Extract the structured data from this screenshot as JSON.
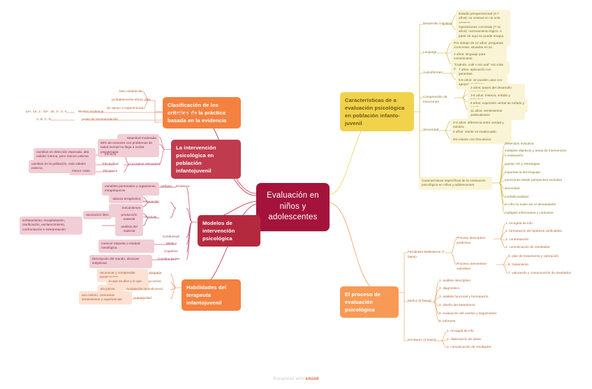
{
  "root": {
    "label": "Evaluación en niños y adolescentes"
  },
  "footer": {
    "prefix": "Presented with ",
    "brand": "xmind"
  },
  "colors": {
    "root": "#a4133c",
    "red": "#b5293f",
    "red_soft": "#c13b4e",
    "orange": "#f4813f",
    "orange_light": "#f79a55",
    "yellow": "#f2d24b",
    "pink_chip": "#f6dde3",
    "peach_chip": "#fde2d3",
    "yellow_chip": "#faf4d6"
  },
  "branches": {
    "clasificacion": {
      "label": "Clasificación de los criterios de la práctica basada en la evidencia",
      "apa": {
        "label": "APA",
        "items": [
          "bien establecido",
          "probablemente eficaz",
          "sin apoyo o experimental"
        ]
      },
      "gpc": {
        "label": "GPC del SNS",
        "items": [
          {
            "label": "Niveles evidencia",
            "value": "1a+, 1a, 1-, 2a+, 2a, 2-, 3, 4"
          },
          {
            "label": "grado de recomendación",
            "value": "A, B, C, D"
          }
        ]
      }
    },
    "intervencion": {
      "label": "La intervención psicológica en población infantojuvenil",
      "items": [
        "Magnitud moderada",
        "80% de menores con problemas de salud mental no llega a recibir psicoterapia"
      ],
      "conceptos": {
        "label": "Conceptos relevantes",
        "items": [
          {
            "label": "Eficacia",
            "value": "cambios en dirección esperada, alta validez interna, pero menos externa"
          },
          {
            "label": "Efectividad",
            "value": "cambios en la población, más validez externa"
          },
          {
            "label": "Eficiencia",
            "value": "menor coste"
          }
        ]
      }
    },
    "modelos": {
      "label": "Modelos de intervención psicológica",
      "dinamico": {
        "label": "Dinámico",
        "atributo": {
          "label": "Atributo",
          "value": "variables personales u organismos intrapsíquicos"
        },
        "focos": {
          "label": "2 focos intervención",
          "items": [
            "alianza terapéutica",
            "mecanismos defensa"
          ]
        },
        "tecnicas": {
          "label": "2 grupos de técnicas",
          "items": [
            {
              "label": "producción material",
              "value": "asociación libre"
            },
            {
              "label": "análisis del material",
              "value": "señalamiento, recapitulación, clarificación, esclarecimiento, confrontación e interpretación"
            }
          ]
        }
      },
      "otros": [
        {
          "label": "Conductual",
          "value": ""
        },
        {
          "label": "Médico",
          "value": "conocer etiqueta o entidad nosológica"
        },
        {
          "label": "Cognitivo",
          "value": ""
        },
        {
          "label": "Constructivista",
          "value": "descripción del mundo, técnicas subjetivas"
        }
      ]
    },
    "habilidades": {
      "label": "Habilidades del terapeuta infantojuvenil",
      "items": [
        {
          "label": "Empatía",
          "value": "reconocer y comprender sentimientos"
        },
        {
          "label": "Escucha activa",
          "value": "lo que se dice y lo que no"
        },
        {
          "label": "Aceptación incondicional",
          "value": "sin juicios"
        },
        {
          "label": "Autenticidad",
          "value": "uno mismo, comunicar sentimientos y experiencias"
        }
      ]
    },
    "caracteristicas": {
      "label": "Características de a evaluación psicológica en población infanto-juvenil",
      "desarrollo_cognitivo": {
        "label": "Desarrollo cognitivo",
        "items": [
          "Estadio preoperacional (2-7 años): se centran en un solo aspecto",
          "Operaciones concretas (7-11 años): razonamiento lógico. A partir de aquí se puede terapia cognitiva."
        ]
      },
      "lenguaje": {
        "label": "Lenguaje",
        "items": [
          "Por debajo de 12 años: preguntas croncretas, situadas en su contexto",
          "4 años: lenguaje para comunicarse",
          "\"Cuándo, cuál y por qué\" son más complejos"
        ]
      },
      "autoinformes": {
        "label": "Autoinformes",
        "items": [
          "7 años: aplicación con garantías",
          "5-6 años: se pueden usar con apoyos pictóricos"
        ]
      },
      "emociones": {
        "label": "Comprensión de emociones",
        "items": [
          "2 años: bases del desarrollo emocional",
          "3-5 años: tristeza, enfado y felicidad",
          "8 años: expresión verbal de enfado y miedo",
          "11 años: sentimientos ambivalentes"
        ]
      },
      "sinceridad": {
        "label": "Sinceridad",
        "items": [
          "3-4 años: diferencia entre verdad y mentira",
          "5 años: mentir es inadecuado",
          "5% miente con frecuencia"
        ]
      },
      "especificas": {
        "label": "Características específicas de la evaluación psicológica en niños y adolescentes.",
        "items": [
          "dimensión evolutiva",
          "múltiples objetivos y áreas de intervención o evaluación",
          "ajustar HH y estrategias",
          "importancia del lenguaje",
          "emociones desde perspectiva evolutiva",
          "sinceridad",
          "confidencialidad",
          "el niño no suele ser el demandante",
          "múltiples informantes y contextos"
        ]
      }
    },
    "proceso": {
      "label": "El proceso de evaluación psicológica",
      "fernandez": {
        "label": "Fernández-Ballesteros (7 fases)",
        "descriptivo": {
          "label": "Proceso descriptivo-predictivo",
          "items": [
            "1. recogida de info",
            "2. formulación de hipótesis verificables",
            "3. contrastación",
            "4. comunicación de resultados"
          ]
        },
        "interventivo": {
          "label": "Proceso interventivo-valorativo",
          "items": [
            "5. plan de tratamiento y valoración",
            "6. tratamiento",
            "7. valoración y comunicación de resultados"
          ]
        }
      },
      "munoz": {
        "label": "Muñoz (6 fases)",
        "items": [
          "1. análisis descriptivo",
          "2. diagnóstico",
          "3. análisis funcional y formulación",
          "4. diseño del tratamiento",
          "5. evaluación del cambio y seguimiento",
          "6. informes"
        ]
      },
      "delbarrio": {
        "label": "Del Barrio (3 fases)",
        "items": [
          "1. recogida de info",
          "2. elaboración de datos",
          "3. comunicación de resultados"
        ]
      }
    }
  }
}
